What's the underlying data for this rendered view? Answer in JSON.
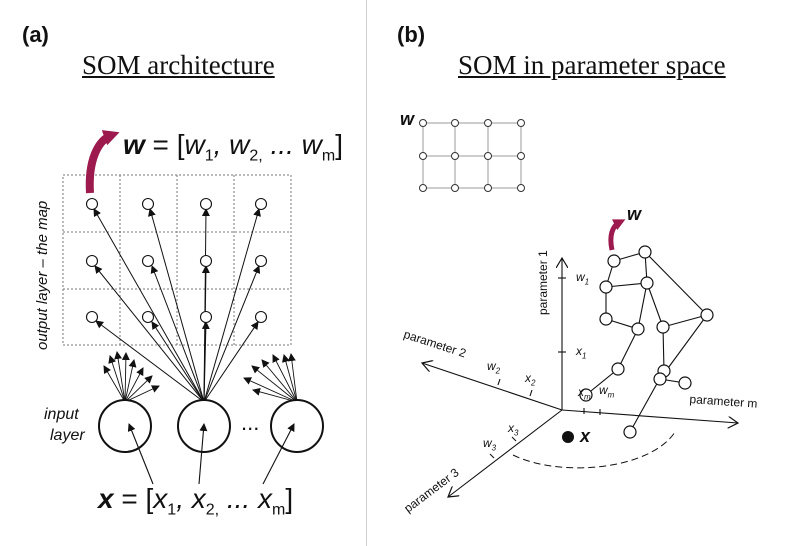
{
  "panel_a": {
    "label": "(a)",
    "title": "SOM architecture",
    "output_layer_label": "output layer – the map",
    "input_layer_label_1": "input",
    "input_layer_label_2": "layer",
    "ellipsis": "...",
    "w_vector": {
      "symbol": "w",
      "equals": " = [",
      "e1": "w",
      "s1": "1",
      "e2": ", w",
      "s2": "2,",
      "e3": " ... w",
      "s3": "m",
      "close": "]"
    },
    "x_vector": {
      "symbol": "x",
      "equals": " = [",
      "e1": "x",
      "s1": "1",
      "e2": ", x",
      "s2": "2,",
      "e3": " ... x",
      "s3": "m",
      "close": "]"
    }
  },
  "panel_b": {
    "label": "(b)",
    "title": "SOM in parameter space",
    "grid_label": "w",
    "net_label": "w",
    "point_label": "x",
    "axes": {
      "p1": "parameter 1",
      "p2": "parameter 2",
      "p3": "parameter 3",
      "pm": "parameter m"
    },
    "ticks": {
      "w1": "w",
      "w1s": "1",
      "x1": "x",
      "x1s": "1",
      "w2": "w",
      "w2s": "2",
      "x2": "x",
      "x2s": "2",
      "xm": "x",
      "xms": "m",
      "wm": "w",
      "wms": "m",
      "x3": "x",
      "x3s": "3",
      "w3": "w",
      "w3s": "3"
    }
  },
  "colors": {
    "accent_arrow": "#9c1a4e",
    "ink": "#111111",
    "dotted": "#888888"
  }
}
